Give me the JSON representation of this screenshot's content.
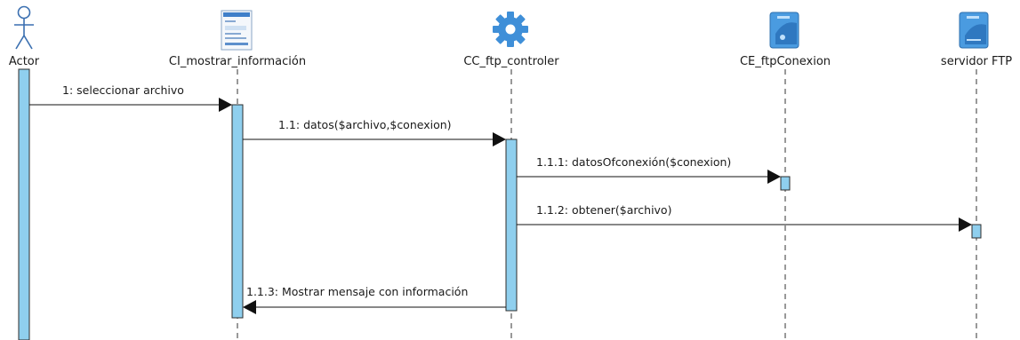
{
  "participants": [
    {
      "id": "actor",
      "label": "Actor",
      "icon": "stick-figure-icon"
    },
    {
      "id": "ci",
      "label": "CI_mostrar_información",
      "icon": "interface-form-icon"
    },
    {
      "id": "cc",
      "label": "CC_ftp_controler",
      "icon": "gear-icon"
    },
    {
      "id": "ce",
      "label": "CE_ftpConexion",
      "icon": "entity-icon"
    },
    {
      "id": "srv",
      "label": "servidor FTP",
      "icon": "server-icon"
    }
  ],
  "messages": [
    {
      "label": "1: seleccionar archivo",
      "from": "actor",
      "to": "ci"
    },
    {
      "label": "1.1: datos($archivo,$conexion)",
      "from": "ci",
      "to": "cc"
    },
    {
      "label": "1.1.1: datosOfconexión($conexion)",
      "from": "cc",
      "to": "ce"
    },
    {
      "label": "1.1.2: obtener($archivo)",
      "from": "cc",
      "to": "srv"
    },
    {
      "label": "1.1.3: Mostrar mensaje con información",
      "from": "cc",
      "to": "ci"
    }
  ],
  "colors": {
    "activation": "#8fcfee",
    "icon_blue": "#3f8fd8",
    "lifeline": "#333333"
  }
}
